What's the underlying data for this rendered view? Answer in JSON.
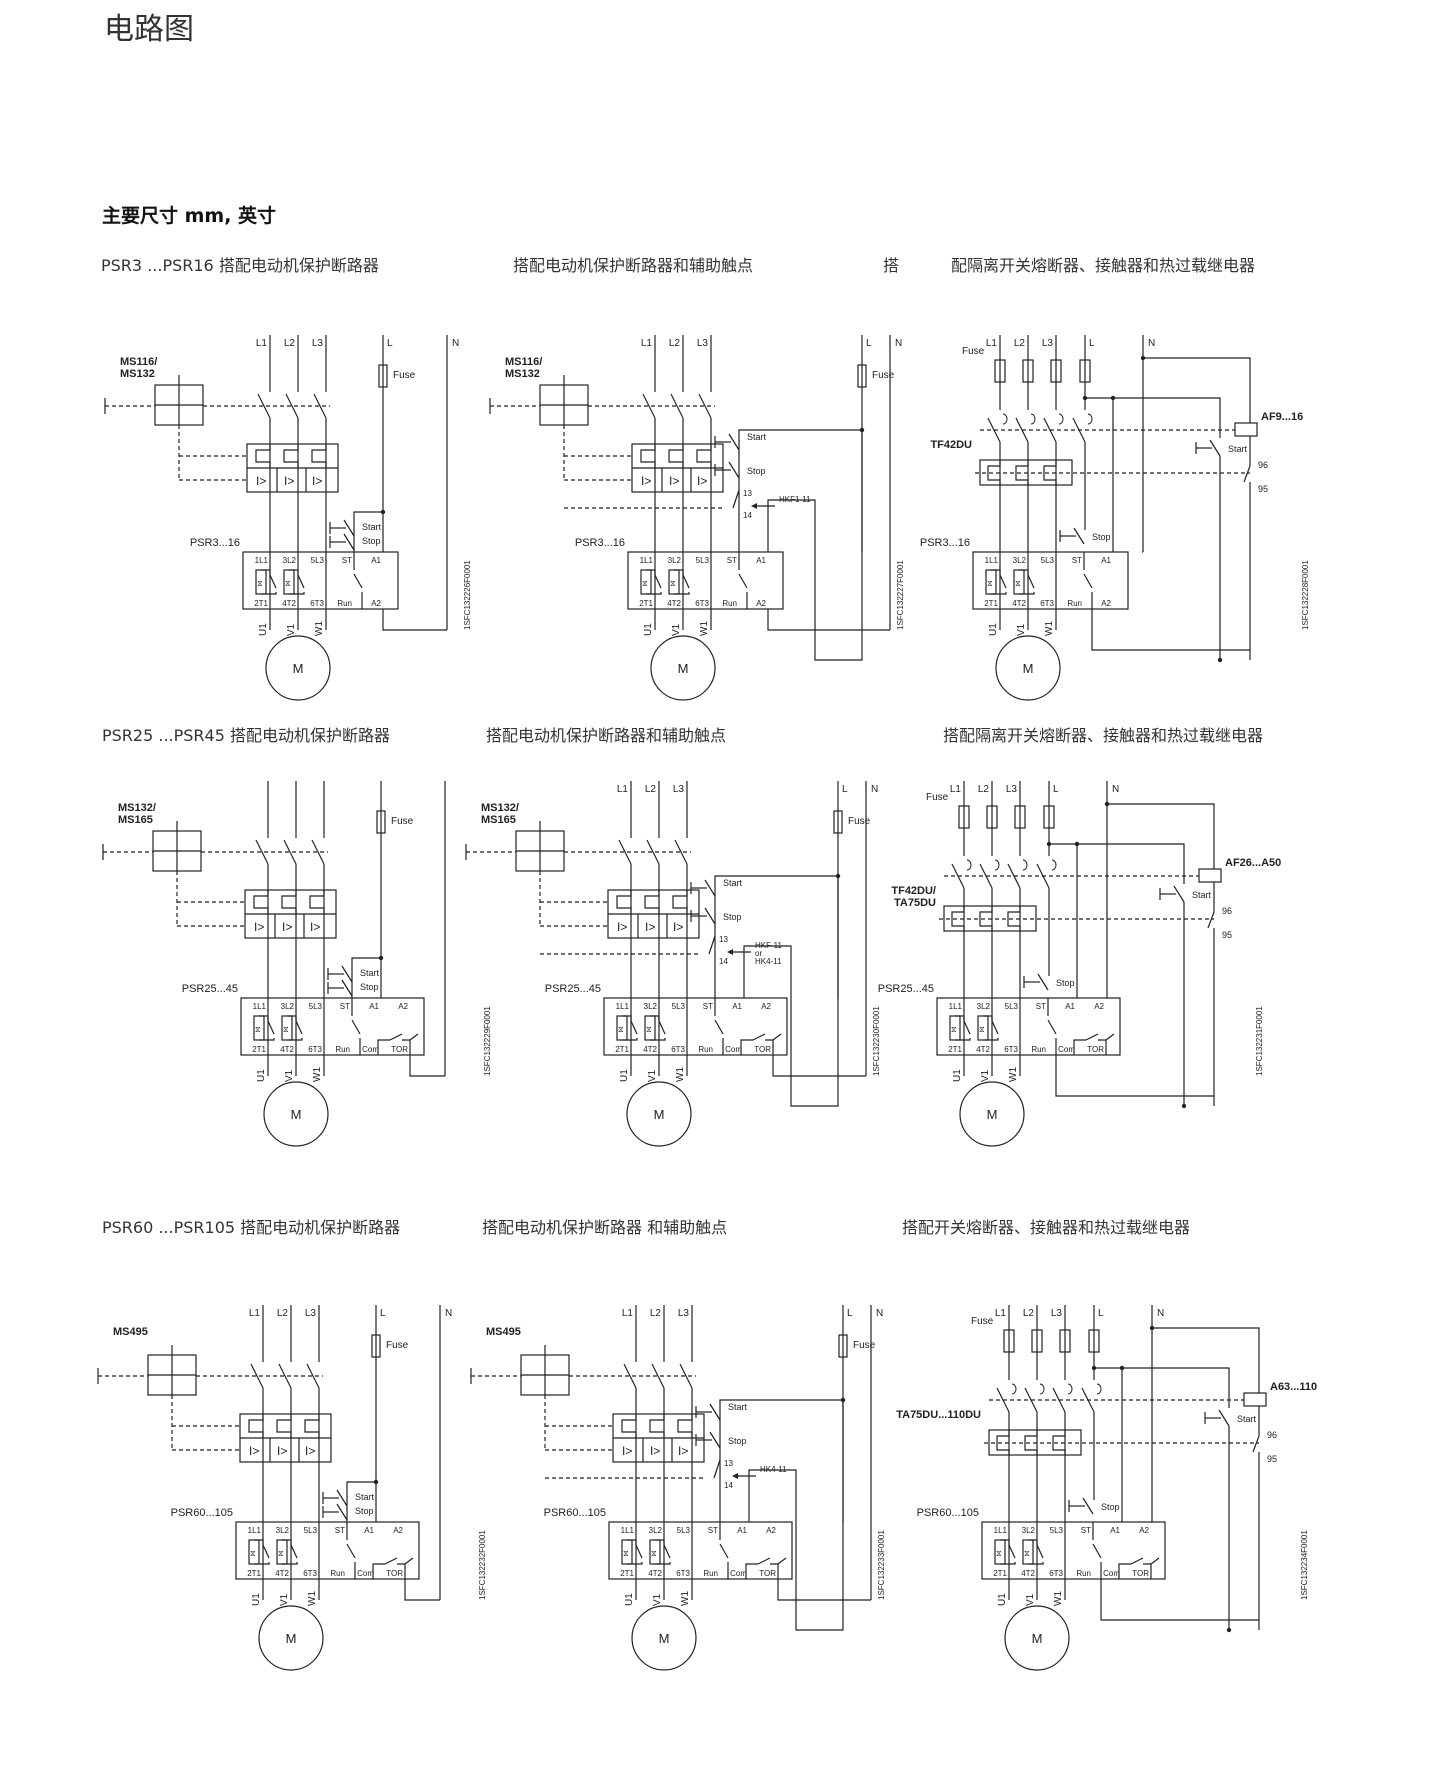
{
  "page": {
    "title": "电路图",
    "subtitle": "主要尺寸 mm, 英寸"
  },
  "captions": {
    "row1": [
      "PSR3 ...PSR16 搭配电动机保护断路器",
      "搭配电动机保护断路器和辅助触点",
      "搭",
      "配隔离开关熔断器、接触器和热过载继电器"
    ],
    "row2": [
      "PSR25 ...PSR45 搭配电动机保护断路器",
      "搭配电动机保护断路器和辅助触点",
      "搭配隔离开关熔断器、接触器和热过载继电器"
    ],
    "row3": [
      "PSR60 ...PSR105 搭配电动机保护断路器",
      "搭配电动机保护断路器 和辅助触点",
      "搭配开关熔断器、接触器和热过载继电器"
    ]
  },
  "diagrams": [
    {
      "phases": [
        "L1",
        "L2",
        "L3"
      ],
      "line": "L",
      "neutral": "N",
      "fuse": "Fuse",
      "breaker": "MS116/\nMS132",
      "device": "PSR3...16",
      "start": "Start",
      "stop": "Stop",
      "top": [
        "1L1",
        "3L2",
        "5L3",
        "ST",
        "A1"
      ],
      "bottom": [
        "2T1",
        "4T2",
        "6T3",
        "Run",
        "A2"
      ],
      "motor": "M",
      "motor_terms": [
        "U1",
        "V1",
        "W1"
      ],
      "code": "1SFC132226F0001"
    },
    {
      "phases": [
        "L1",
        "L2",
        "L3"
      ],
      "line": "L",
      "neutral": "N",
      "fuse": "Fuse",
      "breaker": "MS116/\nMS132",
      "device": "PSR3...16",
      "start": "Start",
      "stop": "Stop",
      "aux": "HKF1-11",
      "aux_nums": [
        "13",
        "14"
      ],
      "top": [
        "1L1",
        "3L2",
        "5L3",
        "ST",
        "A1"
      ],
      "bottom": [
        "2T1",
        "4T2",
        "6T3",
        "Run",
        "A2"
      ],
      "motor": "M",
      "motor_terms": [
        "U1",
        "V1",
        "W1"
      ],
      "code": "1SFC132227F0001"
    },
    {
      "phases": [
        "L1",
        "L2",
        "L3"
      ],
      "line": "L",
      "neutral": "N",
      "fuse": "Fuse",
      "breaker": "TF42DU",
      "device": "PSR3...16",
      "start": "Start",
      "stop": "Stop",
      "contactor": "AF9...16",
      "relay_nums": [
        "96",
        "95"
      ],
      "top": [
        "1L1",
        "3L2",
        "5L3",
        "ST",
        "A1"
      ],
      "bottom": [
        "2T1",
        "4T2",
        "6T3",
        "Run",
        "A2"
      ],
      "motor": "M",
      "motor_terms": [
        "U1",
        "V1",
        "W1"
      ],
      "code": "1SFC132228F0001"
    },
    {
      "phases": [
        "",
        "",
        ""
      ],
      "line": "",
      "neutral": "",
      "fuse": "Fuse",
      "breaker": "MS132/\nMS165",
      "device": "PSR25...45",
      "start": "Start",
      "stop": "Stop",
      "top": [
        "1L1",
        "3L2",
        "5L3",
        "ST",
        "A1",
        "A2"
      ],
      "bottom": [
        "2T1",
        "4T2",
        "6T3",
        "Run",
        "Com",
        "TOR"
      ],
      "motor": "M",
      "motor_terms": [
        "U1",
        "V1",
        "W1"
      ],
      "code": "1SFC132229F0001"
    },
    {
      "phases": [
        "L1",
        "L2",
        "L3"
      ],
      "line": "L",
      "neutral": "N",
      "fuse": "Fuse",
      "breaker": "MS132/\nMS165",
      "device": "PSR25...45",
      "start": "Start",
      "stop": "Stop",
      "aux": "HKF-11\nor\nHK4-11",
      "aux_nums": [
        "13",
        "14"
      ],
      "top": [
        "1L1",
        "3L2",
        "5L3",
        "ST",
        "A1",
        "A2"
      ],
      "bottom": [
        "2T1",
        "4T2",
        "6T3",
        "Run",
        "Com",
        "TOR"
      ],
      "motor": "M",
      "motor_terms": [
        "U1",
        "V1",
        "W1"
      ],
      "code": "1SFC132230F0001"
    },
    {
      "phases": [
        "L1",
        "L2",
        "L3"
      ],
      "line": "L",
      "neutral": "N",
      "fuse": "Fuse",
      "breaker": "TF42DU/\nTA75DU",
      "device": "PSR25...45",
      "start": "Start",
      "stop": "Stop",
      "contactor": "AF26...A50",
      "relay_nums": [
        "96",
        "95"
      ],
      "top": [
        "1L1",
        "3L2",
        "5L3",
        "ST",
        "A1",
        "A2"
      ],
      "bottom": [
        "2T1",
        "4T2",
        "6T3",
        "Run",
        "Com",
        "TOR"
      ],
      "motor": "M",
      "motor_terms": [
        "U1",
        "V1",
        "W1"
      ],
      "code": "1SFC132231F0001"
    },
    {
      "phases": [
        "L1",
        "L2",
        "L3"
      ],
      "line": "L",
      "neutral": "N",
      "fuse": "Fuse",
      "breaker": "MS495",
      "device": "PSR60...105",
      "start": "Start",
      "stop": "Stop",
      "top": [
        "1L1",
        "3L2",
        "5L3",
        "ST",
        "A1",
        "A2"
      ],
      "bottom": [
        "2T1",
        "4T2",
        "6T3",
        "Run",
        "Com",
        "TOR"
      ],
      "motor": "M",
      "motor_terms": [
        "U1",
        "V1",
        "W1"
      ],
      "code": "1SFC132232F0001"
    },
    {
      "phases": [
        "L1",
        "L2",
        "L3"
      ],
      "line": "L",
      "neutral": "N",
      "fuse": "Fuse",
      "breaker": "MS495",
      "device": "PSR60...105",
      "start": "Start",
      "stop": "Stop",
      "aux": "HK4-11",
      "aux_nums": [
        "13",
        "14"
      ],
      "top": [
        "1L1",
        "3L2",
        "5L3",
        "ST",
        "A1",
        "A2"
      ],
      "bottom": [
        "2T1",
        "4T2",
        "6T3",
        "Run",
        "Com",
        "TOR"
      ],
      "motor": "M",
      "motor_terms": [
        "U1",
        "V1",
        "W1"
      ],
      "code": "1SFC132233F0001"
    },
    {
      "phases": [
        "L1",
        "L2",
        "L3"
      ],
      "line": "L",
      "neutral": "N",
      "fuse": "Fuse",
      "breaker": "TA75DU...110DU",
      "device": "PSR60...105",
      "start": "Start",
      "stop": "Stop",
      "contactor": "A63...110",
      "relay_nums": [
        "96",
        "95"
      ],
      "top": [
        "1L1",
        "3L2",
        "5L3",
        "ST",
        "A1",
        "A2"
      ],
      "bottom": [
        "2T1",
        "4T2",
        "6T3",
        "Run",
        "Com",
        "TOR"
      ],
      "motor": "M",
      "motor_terms": [
        "U1",
        "V1",
        "W1"
      ],
      "code": "1SFC132234F0001"
    }
  ]
}
